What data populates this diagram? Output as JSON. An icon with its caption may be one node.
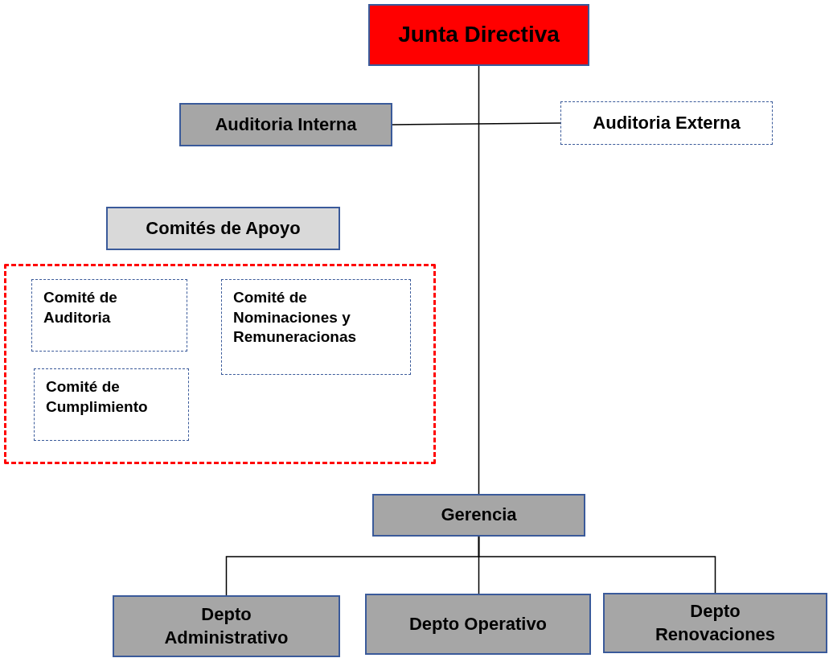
{
  "diagram": {
    "nodes": [
      {
        "text": [
          "Junta Directiva"
        ]
      },
      {
        "text": [
          "Auditoria Interna"
        ]
      },
      {
        "text": [
          "Auditoria Externa"
        ]
      },
      {
        "text": [
          "Comités de Apoyo"
        ]
      },
      {
        "text": [],
        "shape": "box"
      },
      {
        "text": [
          "Comité de Auditoria"
        ],
        "in": 4
      },
      {
        "text": [
          "Comité de Nominaciones y Remuneracionas"
        ],
        "in": 4
      },
      {
        "text": [
          "Comité de Cumplimiento"
        ],
        "in": 4
      },
      {
        "text": [
          "Gerencia"
        ]
      },
      {
        "text": [
          "Depto Administrativo"
        ]
      },
      {
        "text": [
          "Depto Operativo"
        ]
      },
      {
        "text": [
          "Depto Renovaciones"
        ]
      }
    ],
    "edges": [
      {
        "from": 0,
        "to": 8,
        "arrow": "none"
      },
      {
        "from": 1,
        "to": 2,
        "arrow": "none"
      },
      {
        "from": 8,
        "to": 9,
        "arrow": "none"
      },
      {
        "from": 8,
        "to": 10,
        "arrow": "none"
      },
      {
        "from": 8,
        "to": 11,
        "arrow": "none"
      }
    ]
  }
}
